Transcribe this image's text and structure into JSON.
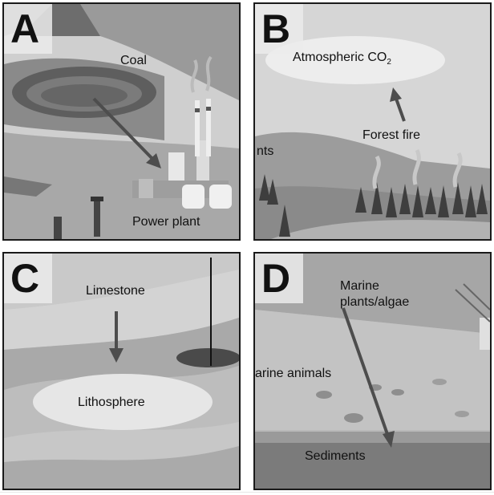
{
  "panels": [
    {
      "letter": "A",
      "labels": {
        "coal": "Coal",
        "power_plant": "Power plant"
      }
    },
    {
      "letter": "B",
      "labels": {
        "atmospheric": "Atmospheric CO",
        "atmospheric_sub": "2",
        "forest_fire": "Forest fire",
        "partial_left": "nts"
      }
    },
    {
      "letter": "C",
      "labels": {
        "limestone": "Limestone",
        "lithosphere": "Lithosphere"
      }
    },
    {
      "letter": "D",
      "labels": {
        "marine_plants_1": "Marine",
        "marine_plants_2": "plants/algae",
        "marine_animals": "arine animals",
        "sediments": "Sediments"
      }
    }
  ],
  "colors": {
    "border": "#1a1a1a",
    "arrow": "#555555",
    "label": "#111111"
  }
}
